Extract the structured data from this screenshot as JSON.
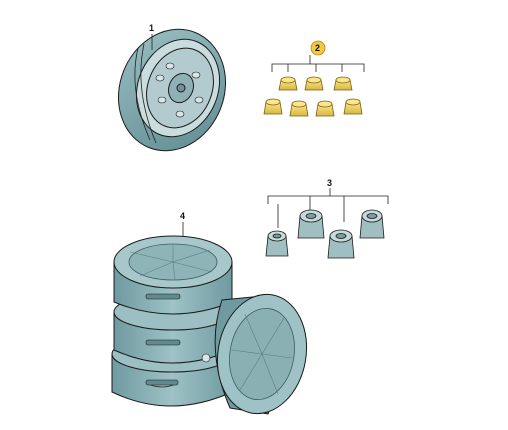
{
  "diagram": {
    "callouts": [
      {
        "id": "1",
        "label": "1",
        "highlighted": false
      },
      {
        "id": "2",
        "label": "2",
        "highlighted": true
      },
      {
        "id": "3",
        "label": "3",
        "highlighted": false
      },
      {
        "id": "4",
        "label": "4",
        "highlighted": false
      }
    ],
    "colors": {
      "tire": "#7fa8ad",
      "tire_dark": "#5d8a90",
      "rim": "#aec7ca",
      "cap_gold": "#f2d35c",
      "cap_gold_dark": "#c9a630",
      "cover": "#8db3b8",
      "cover_dark": "#6b969b",
      "highlight_badge": "#f5c842",
      "outline": "#1a1a1a"
    },
    "icons": [
      "spare-wheel-icon",
      "wheel-bolt-cap-icon",
      "locking-wheel-bolt-icon",
      "tire-storage-bag-icon"
    ]
  }
}
